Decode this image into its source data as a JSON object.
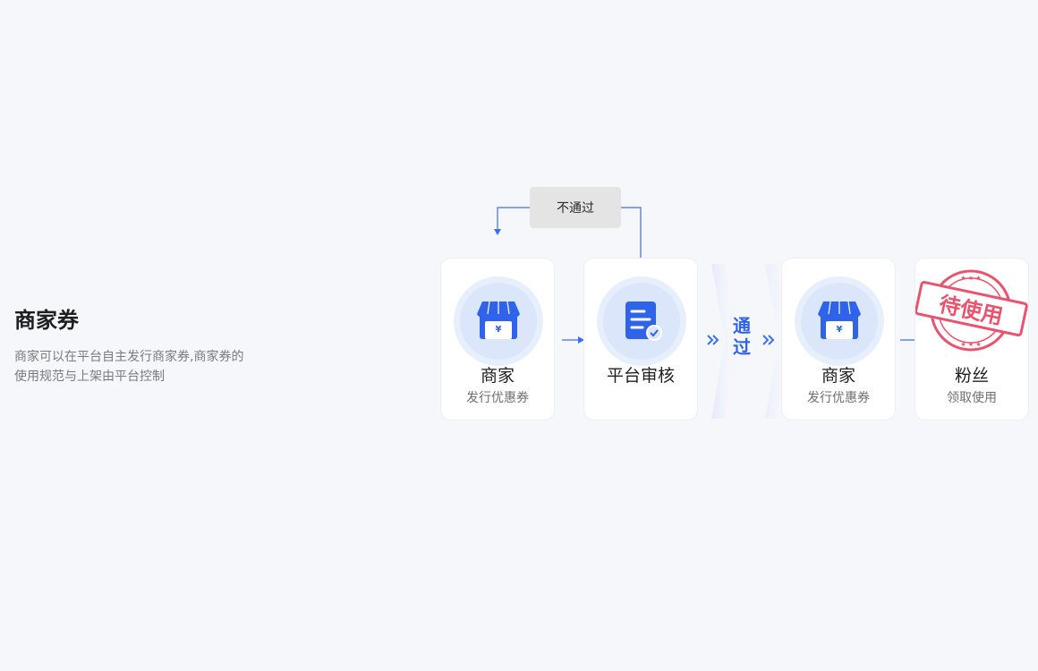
{
  "intro": {
    "title": "商家券",
    "desc_line1": "商家可以在平台自主发行商家券,商家券的",
    "desc_line2": "使用规范与上架由平台控制"
  },
  "flow": {
    "reject_label": "不通过",
    "pass_chars": [
      "通",
      "过"
    ],
    "steps": [
      {
        "title": "商家",
        "sub": "发行优惠券",
        "icon": "shop-icon"
      },
      {
        "title": "平台审核",
        "sub": "",
        "icon": "document-check-icon"
      },
      {
        "title": "商家",
        "sub": "发行优惠券",
        "icon": "shop-icon"
      },
      {
        "title": "粉丝",
        "sub": "领取使用",
        "icon": "stamp-icon"
      }
    ],
    "stamp_text": "待使用",
    "colors": {
      "accent": "#2f64ea",
      "stamp": "#e8546e",
      "arrow": "#3a6ff0"
    }
  }
}
